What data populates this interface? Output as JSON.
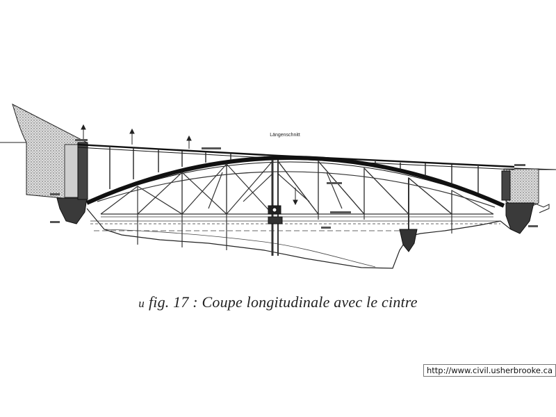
{
  "drawing": {
    "heading": "Längenschnitt"
  },
  "caption": {
    "marker": "u",
    "text": "fig. 17 : Coupe longitudinale avec le cintre"
  },
  "source_url": "http://www.civil.usherbrooke.ca"
}
